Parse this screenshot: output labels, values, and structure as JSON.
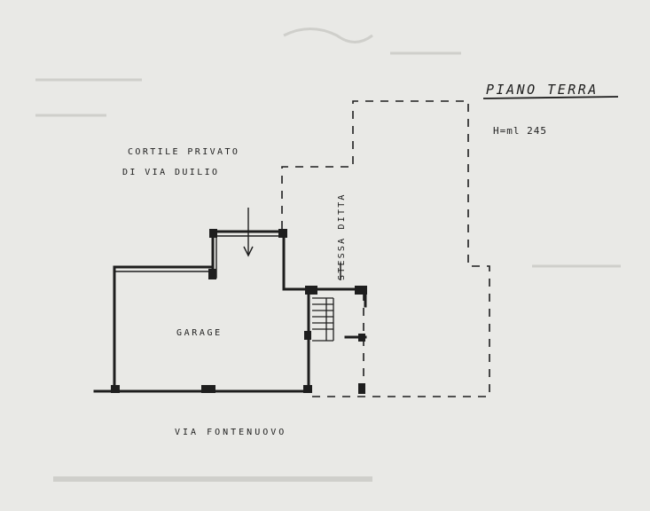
{
  "title": "PIANO TERRA",
  "height_note": "H=ml 245",
  "labels": {
    "courtyard_line1": "CORTILE PRIVATO",
    "courtyard_line2": "DI VIA DUILIO",
    "garage": "GARAGE",
    "same_company": "STESSA DITTA",
    "street": "VIA FONTENUOVO"
  },
  "colors": {
    "paper": "#e9e9e6",
    "ink": "#1e1e1e",
    "faint": "#cfcfcb"
  }
}
